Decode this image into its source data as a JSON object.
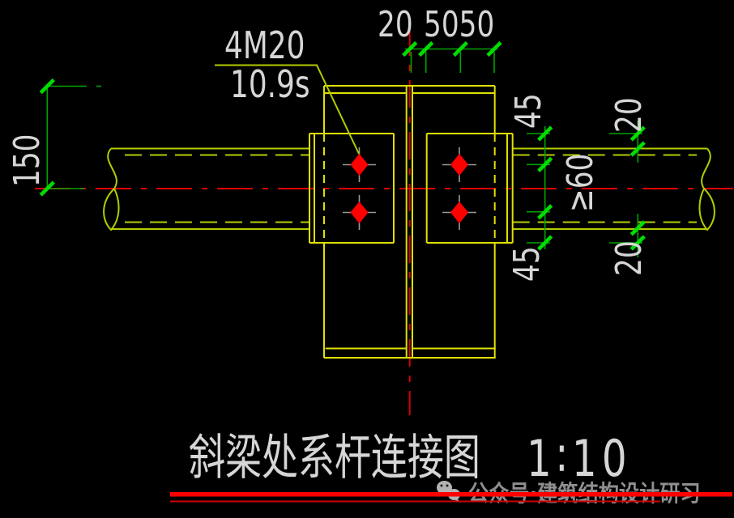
{
  "drawing": {
    "bolt_label": {
      "line1": "4M20",
      "line2": "10.9s"
    },
    "dimensions": {
      "left_height": "150",
      "top_gap": "20",
      "top_spacing": "5050",
      "edge_top": "45",
      "bolt_spacing": "≥60",
      "edge_bottom": "45",
      "tube_clear_top": "20",
      "tube_clear_bottom": "20"
    }
  },
  "title_block": {
    "title": "斜梁处系杆连接图",
    "scale": "1∶10"
  },
  "watermark": {
    "text": "公众号·建筑结构设计研习",
    "icon": "wechat-icon"
  },
  "colors": {
    "background": "#000000",
    "plate": "#e0e000",
    "tube": "#b4cc00",
    "dimension_line": "#00a300",
    "tick": "#00dd00",
    "centerline": "#e00000",
    "bolt": "#ff0000",
    "bolt_cross": "#999999",
    "text": "#d6d6d6",
    "watermark": "#8f8f8f",
    "underline_thick": "#ff0000",
    "underline_thin": "#d00000"
  }
}
